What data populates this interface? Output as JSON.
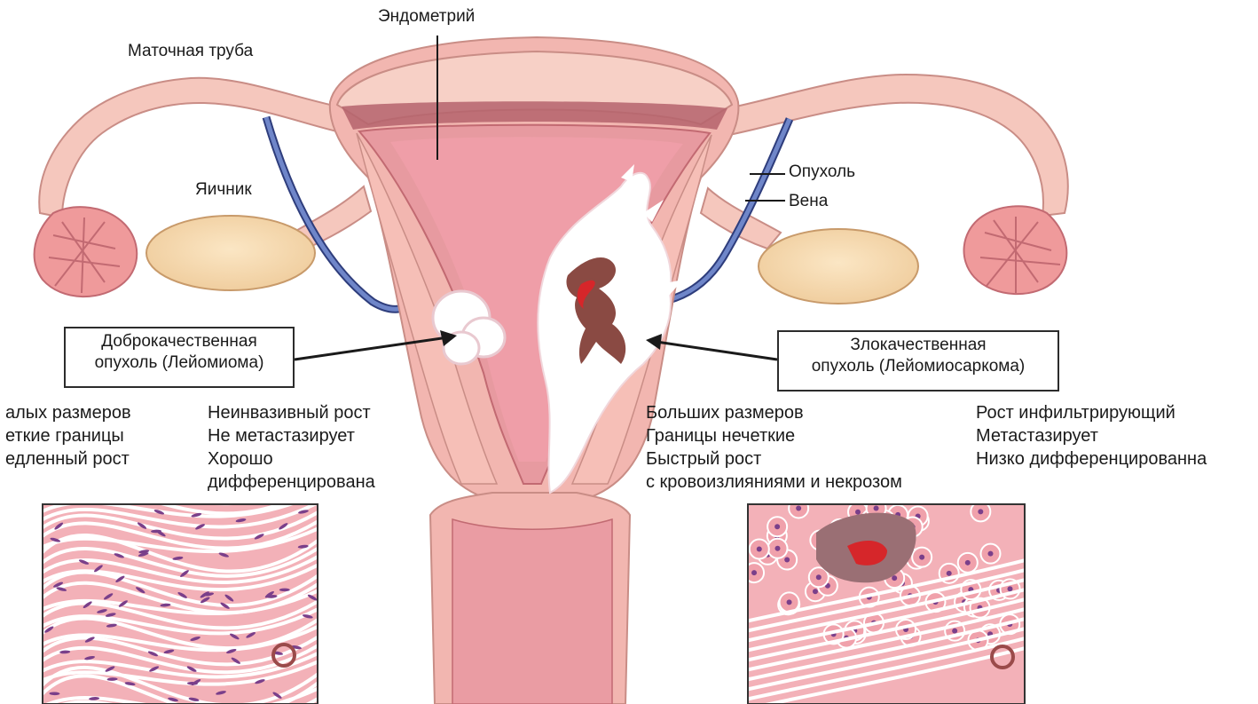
{
  "labels": {
    "endometrium": "Эндометрий",
    "fallopian_tube": "Маточная труба",
    "ovary": "Яичник",
    "tumor": "Опухоль",
    "vein": "Вена"
  },
  "benign": {
    "box_line1": "Доброкачественная",
    "box_line2": "опухоль (Лейомиома)",
    "features_left": [
      "алых размеров",
      "еткие границы",
      "едленный рост"
    ],
    "features_right": [
      "Неинвазивный рост",
      "Не метастазирует",
      "Хорошо",
      "дифференцирована"
    ]
  },
  "malignant": {
    "box_line1": "Злокачественная",
    "box_line2": "опухоль (Лейомиосаркома)",
    "features_left": [
      "Больших размеров",
      "Границы нечеткие",
      "Быстрый рост",
      "с кровоизлияниями и некрозом"
    ],
    "features_right": [
      "Рост инфильтрирующий",
      "Метастазирует",
      "Низко дифференцированна"
    ]
  },
  "colors": {
    "tissue": "#f5c7bd",
    "tissue_outline": "#c98d86",
    "uterus_wall": "#f2b6b0",
    "cavity": "#e79aa0",
    "endometrium_dark": "#b5636c",
    "vein": "#5a6fb0",
    "tumor_white": "#ffffff",
    "necrosis": "#8a4a43",
    "hemorrhage": "#d6262a",
    "histology_bg": "#f3b1b8"
  }
}
